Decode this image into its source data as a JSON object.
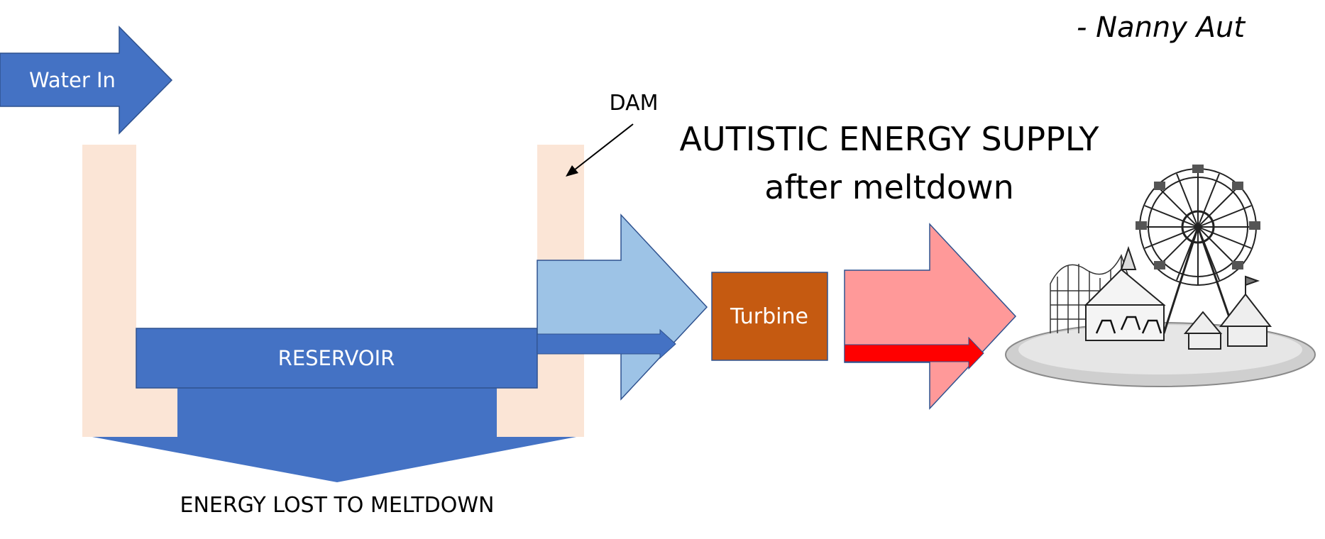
{
  "diagram": {
    "title_line1": "AUTISTIC ENERGY SUPPLY",
    "title_line2": "after meltdown",
    "signature": "- Nanny Aut",
    "labels": {
      "water_in": "Water In",
      "dam": "DAM",
      "reservoir": "RESERVOIR",
      "turbine": "Turbine",
      "energy_lost": "ENERGY LOST TO MELTDOWN"
    },
    "colors": {
      "dam": "#fbe5d6",
      "water_blue": "#4472c4",
      "light_blue": "#9dc3e6",
      "turbine": "#c55a11",
      "pink_arrow": "#ff9999",
      "red_arrow": "#ff0000"
    },
    "illustration": "amusement-park-sketch"
  }
}
